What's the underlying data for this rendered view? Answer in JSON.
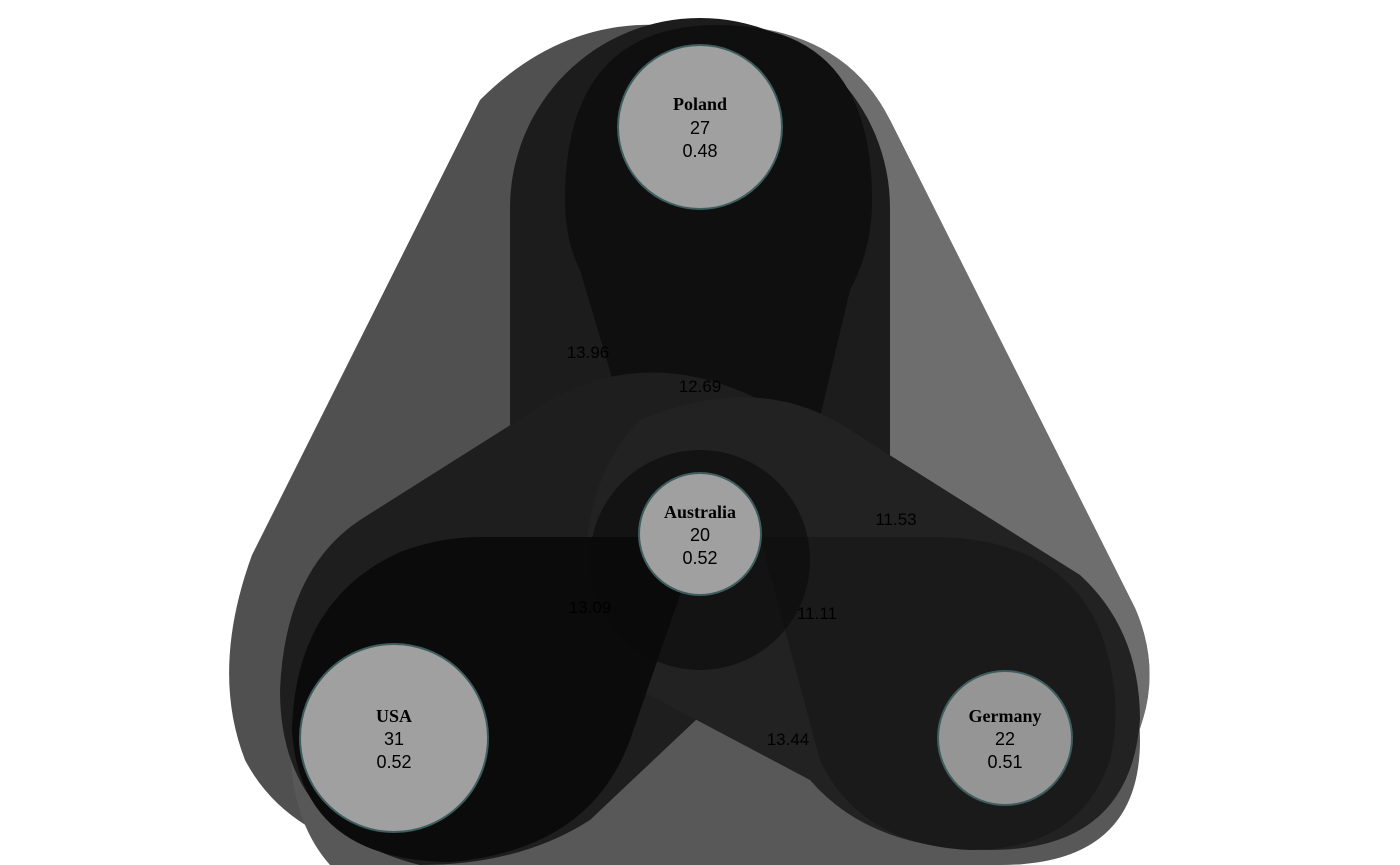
{
  "diagram": {
    "nodes": [
      {
        "id": "poland",
        "name": "Poland",
        "count": "27",
        "ratio": "0.48"
      },
      {
        "id": "australia",
        "name": "Australia",
        "count": "20",
        "ratio": "0.52"
      },
      {
        "id": "usa",
        "name": "USA",
        "count": "31",
        "ratio": "0.52"
      },
      {
        "id": "germany",
        "name": "Germany",
        "count": "22",
        "ratio": "0.51"
      }
    ],
    "edges": [
      {
        "id": "poland-usa",
        "label": "13.96"
      },
      {
        "id": "poland-australia",
        "label": "12.69"
      },
      {
        "id": "poland-germany",
        "label": "11.53"
      },
      {
        "id": "australia-usa",
        "label": "13.09"
      },
      {
        "id": "australia-germany",
        "label": "11.11"
      },
      {
        "id": "usa-germany",
        "label": "13.44"
      }
    ],
    "colors": {
      "node_fill": "#a0a0a0",
      "node_fill_germany": "#959595",
      "node_stroke": "#3e5d5d"
    }
  }
}
